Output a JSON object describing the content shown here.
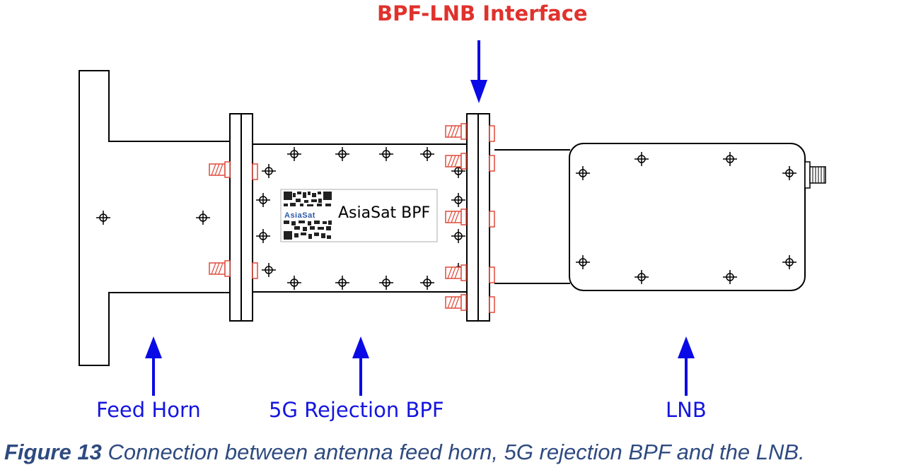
{
  "labels": {
    "interface": "BPF-LNB Interface",
    "feed_horn": "Feed Horn",
    "bpf": "5G Rejection BPF",
    "lnb": "LNB",
    "bpf_sticker": "AsiaSat BPF",
    "logo": "AsiaSat"
  },
  "caption": {
    "figure_number": "Figure 13",
    "text": " Connection between antenna feed horn, 5G rejection BPF and the LNB."
  },
  "colors": {
    "arrow": "#0a0ae6",
    "title_red": "#e0322d",
    "screw_red": "#e04a3a",
    "caption": "#2e4a80",
    "outline": "#000000"
  }
}
